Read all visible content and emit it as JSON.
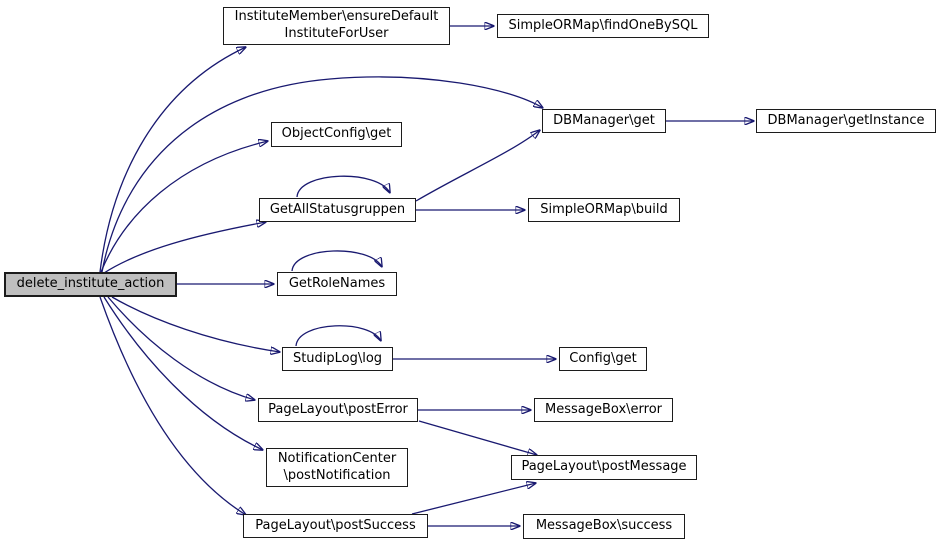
{
  "diagram": {
    "type": "doxygen-call-graph",
    "background": "#ffffff",
    "colors": {
      "edge": "#191970",
      "node_border": "#1c1c1c",
      "node_fill": "#ffffff",
      "node_text": "#000000",
      "root_fill": "#bfbfbf"
    },
    "nodes": {
      "root": {
        "label": "delete_institute_action",
        "is_root": true
      },
      "ensureDefault": {
        "label": "InstituteMember\\ensureDefault\nInstituteForUser"
      },
      "findOneBySQL": {
        "label": "SimpleORMap\\findOneBySQL"
      },
      "dbGet": {
        "label": "DBManager\\get"
      },
      "dbGetInstance": {
        "label": "DBManager\\getInstance"
      },
      "objectConfigGet": {
        "label": "ObjectConfig\\get"
      },
      "getAllStatusgruppen": {
        "label": "GetAllStatusgruppen"
      },
      "simpleBuild": {
        "label": "SimpleORMap\\build"
      },
      "getRoleNames": {
        "label": "GetRoleNames"
      },
      "studipLog": {
        "label": "StudipLog\\log"
      },
      "configGet": {
        "label": "Config\\get"
      },
      "postError": {
        "label": "PageLayout\\postError"
      },
      "msgError": {
        "label": "MessageBox\\error"
      },
      "notifCenter": {
        "label": "NotificationCenter\n\\postNotification"
      },
      "postMessage": {
        "label": "PageLayout\\postMessage"
      },
      "postSuccess": {
        "label": "PageLayout\\postSuccess"
      },
      "msgSuccess": {
        "label": "MessageBox\\success"
      }
    },
    "edges": [
      {
        "from": "root",
        "to": "ensureDefault"
      },
      {
        "from": "ensureDefault",
        "to": "findOneBySQL"
      },
      {
        "from": "root",
        "to": "dbGet"
      },
      {
        "from": "dbGet",
        "to": "dbGetInstance"
      },
      {
        "from": "root",
        "to": "objectConfigGet"
      },
      {
        "from": "root",
        "to": "getAllStatusgruppen"
      },
      {
        "from": "getAllStatusgruppen",
        "to": "getAllStatusgruppen"
      },
      {
        "from": "getAllStatusgruppen",
        "to": "dbGet"
      },
      {
        "from": "getAllStatusgruppen",
        "to": "simpleBuild"
      },
      {
        "from": "root",
        "to": "getRoleNames"
      },
      {
        "from": "getRoleNames",
        "to": "getRoleNames"
      },
      {
        "from": "root",
        "to": "studipLog"
      },
      {
        "from": "studipLog",
        "to": "studipLog"
      },
      {
        "from": "studipLog",
        "to": "configGet"
      },
      {
        "from": "root",
        "to": "postError"
      },
      {
        "from": "postError",
        "to": "msgError"
      },
      {
        "from": "postError",
        "to": "postMessage"
      },
      {
        "from": "root",
        "to": "notifCenter"
      },
      {
        "from": "root",
        "to": "postSuccess"
      },
      {
        "from": "postSuccess",
        "to": "postMessage"
      },
      {
        "from": "postSuccess",
        "to": "msgSuccess"
      }
    ]
  }
}
